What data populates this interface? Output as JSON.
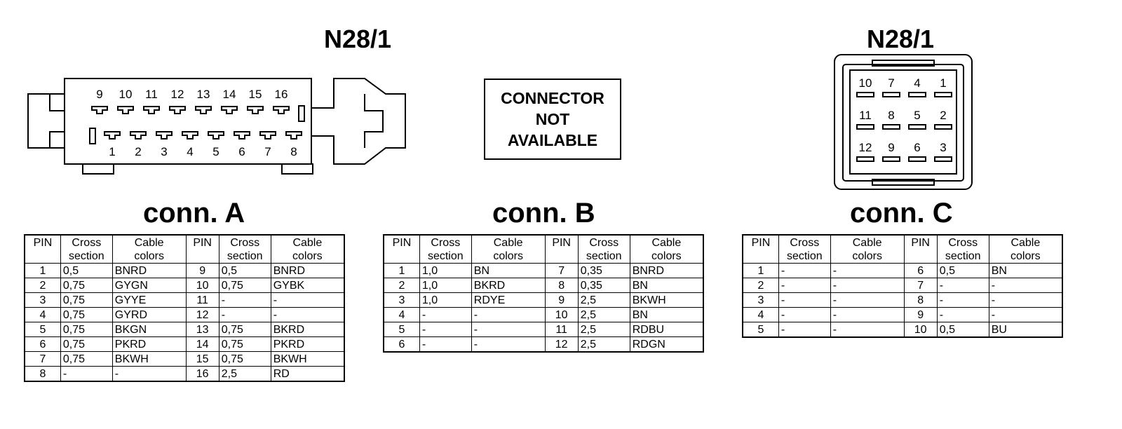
{
  "titles": {
    "left_connector": "N28/1",
    "right_connector": "N28/1",
    "conn_a": "conn. A",
    "conn_b": "conn. B",
    "conn_c": "conn. C"
  },
  "not_available": [
    "CONNECTOR",
    "NOT",
    "AVAILABLE"
  ],
  "connector_a_pins": {
    "top_row": [
      "9",
      "10",
      "11",
      "12",
      "13",
      "14",
      "15",
      "16"
    ],
    "bottom_row": [
      "1",
      "2",
      "3",
      "4",
      "5",
      "6",
      "7",
      "8"
    ]
  },
  "connector_c_pins": {
    "rows": [
      [
        "10",
        "7",
        "4",
        "1"
      ],
      [
        "11",
        "8",
        "5",
        "2"
      ],
      [
        "12",
        "9",
        "6",
        "3"
      ]
    ]
  },
  "table_headers": {
    "pin": "PIN",
    "cross": [
      "Cross",
      "section"
    ],
    "cable": [
      "Cable",
      "colors"
    ]
  },
  "table_a": [
    [
      "1",
      "0,5",
      "BNRD",
      "9",
      "0,5",
      "BNRD"
    ],
    [
      "2",
      "0,75",
      "GYGN",
      "10",
      "0,75",
      "GYBK"
    ],
    [
      "3",
      "0,75",
      "GYYE",
      "11",
      "-",
      "-"
    ],
    [
      "4",
      "0,75",
      "GYRD",
      "12",
      "-",
      "-"
    ],
    [
      "5",
      "0,75",
      "BKGN",
      "13",
      "0,75",
      "BKRD"
    ],
    [
      "6",
      "0,75",
      "PKRD",
      "14",
      "0,75",
      "PKRD"
    ],
    [
      "7",
      "0,75",
      "BKWH",
      "15",
      "0,75",
      "BKWH"
    ],
    [
      "8",
      "-",
      "-",
      "16",
      "2,5",
      "RD"
    ]
  ],
  "table_b": [
    [
      "1",
      "1,0",
      "BN",
      "7",
      "0,35",
      "BNRD"
    ],
    [
      "2",
      "1,0",
      "BKRD",
      "8",
      "0,35",
      "BN"
    ],
    [
      "3",
      "1,0",
      "RDYE",
      "9",
      "2,5",
      "BKWH"
    ],
    [
      "4",
      "-",
      "-",
      "10",
      "2,5",
      "BN"
    ],
    [
      "5",
      "-",
      "-",
      "11",
      "2,5",
      "RDBU"
    ],
    [
      "6",
      "-",
      "-",
      "12",
      "2,5",
      "RDGN"
    ]
  ],
  "table_c": [
    [
      "1",
      "-",
      "-",
      "6",
      "0,5",
      "BN"
    ],
    [
      "2",
      "-",
      "-",
      "7",
      "-",
      "-"
    ],
    [
      "3",
      "-",
      "-",
      "8",
      "-",
      "-"
    ],
    [
      "4",
      "-",
      "-",
      "9",
      "-",
      "-"
    ],
    [
      "5",
      "-",
      "-",
      "10",
      "0,5",
      "BU"
    ]
  ]
}
